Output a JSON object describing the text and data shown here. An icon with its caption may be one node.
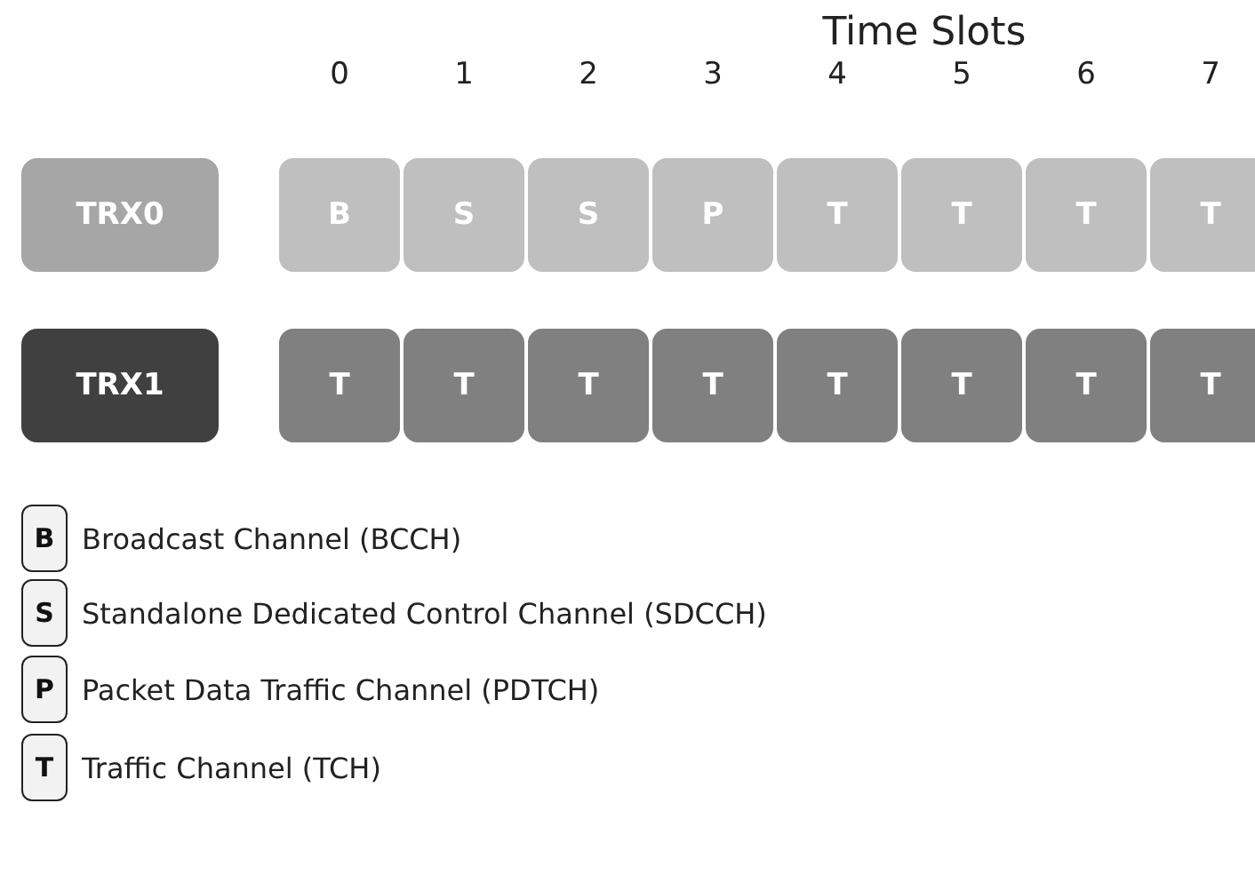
{
  "diagram": {
    "title": "Time Slots",
    "nodes": [
      {
        "text": [
          "TRX0"
        ]
      },
      {
        "text": [
          "B"
        ]
      },
      {
        "text": [
          "S"
        ]
      },
      {
        "text": [
          "S"
        ]
      },
      {
        "text": [
          "P"
        ]
      },
      {
        "text": [
          "T"
        ]
      },
      {
        "text": [
          "T"
        ]
      },
      {
        "text": [
          "T"
        ]
      },
      {
        "text": [
          "T"
        ]
      },
      {
        "text": [
          "TRX1"
        ]
      },
      {
        "text": [
          "T"
        ]
      },
      {
        "text": [
          "T"
        ]
      },
      {
        "text": [
          "T"
        ]
      },
      {
        "text": [
          "T"
        ]
      },
      {
        "text": [
          "T"
        ]
      },
      {
        "text": [
          "T"
        ]
      },
      {
        "text": [
          "T"
        ]
      },
      {
        "text": [
          "T"
        ]
      },
      {
        "text": [
          "B"
        ],
        "beside": [
          "Broadcast Channel (BCCH)"
        ]
      },
      {
        "text": [
          "S"
        ],
        "beside": [
          "Standalone Dedicated Control Channel (SDCCH)"
        ]
      },
      {
        "text": [
          "P"
        ],
        "beside": [
          "Packet Data Traffic Channel (PDTCH)"
        ]
      },
      {
        "text": [
          "T"
        ],
        "beside": [
          "Traffic Channel (TCH)"
        ]
      }
    ],
    "edges": [],
    "labels": [
      "0",
      "1",
      "2",
      "3",
      "4",
      "5",
      "6",
      "7"
    ]
  }
}
